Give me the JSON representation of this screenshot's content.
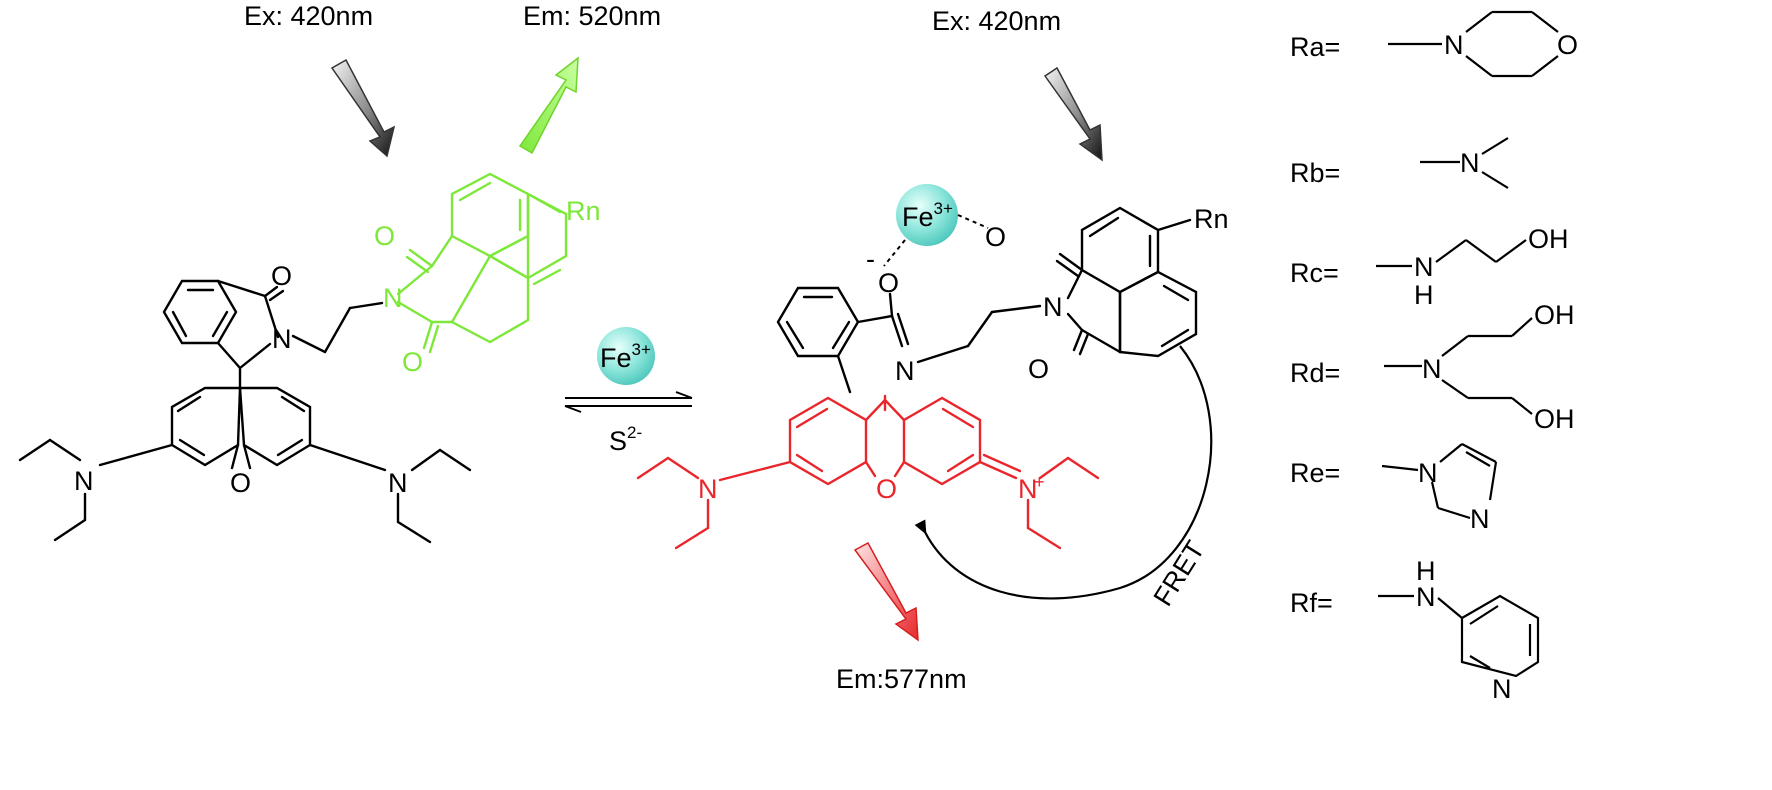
{
  "labels": {
    "ex_left": "Ex: 420nm",
    "em_left": "Em: 520nm",
    "ex_right": "Ex: 420nm",
    "em_bottom": "Em:577nm",
    "fret": "FRET",
    "forward_reagent": "Fe",
    "forward_reagent_charge": "3+",
    "reverse_reagent": "S",
    "reverse_reagent_charge": "2-",
    "bound_ion": "Fe",
    "bound_ion_charge": "3+"
  },
  "atoms": {
    "oxygen": "O",
    "nitrogen": "N",
    "rn": "Rn",
    "minus": "-",
    "plus": "+",
    "hydrogen": "H",
    "hydroxyl": "OH"
  },
  "substituents": [
    {
      "label": "Ra=",
      "group": "morpholino"
    },
    {
      "label": "Rb=",
      "group": "dimethylamino"
    },
    {
      "label": "Rc=",
      "group": "2-hydroxyethylamino"
    },
    {
      "label": "Rd=",
      "group": "bis(2-hydroxyethyl)amino"
    },
    {
      "label": "Re=",
      "group": "imidazol-1-yl"
    },
    {
      "label": "Rf=",
      "group": "pyridin-3-ylamino"
    }
  ],
  "colors": {
    "naphthalimide": "#7ee83a",
    "xanthene_open": "#e8262b",
    "bonds": "#000000",
    "ion": "#6fd9cf",
    "em_green_arrow": "#8bf04a",
    "em_red_arrow": "#e8262b"
  }
}
